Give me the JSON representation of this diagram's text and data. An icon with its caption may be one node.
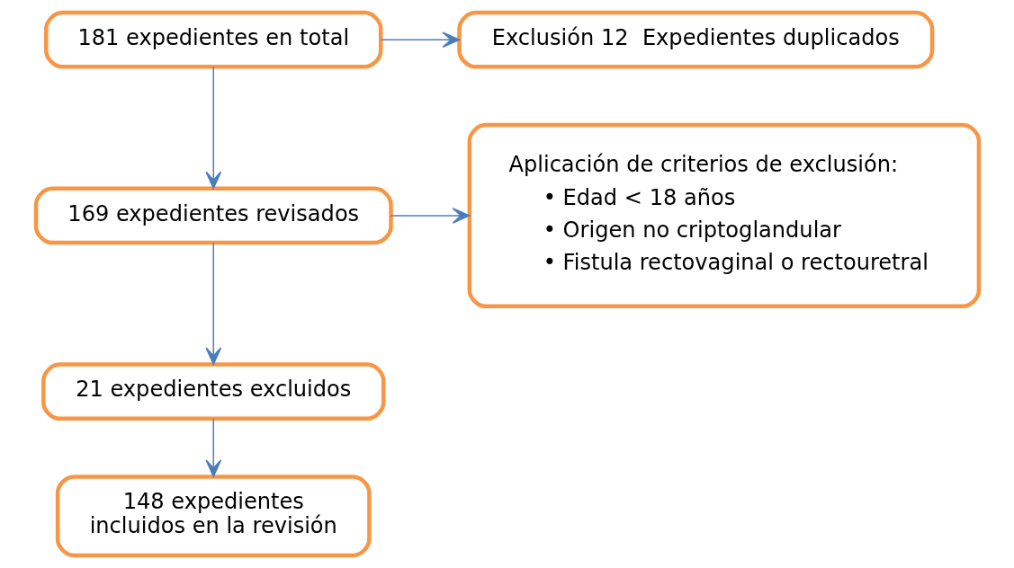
{
  "diagram": {
    "nodes": [
      {
        "text": [
          "181 expedientes en total"
        ]
      },
      {
        "text": [
          "Exclusión 12  Expedientes duplicados"
        ]
      },
      {
        "text": [
          "169 expedientes revisados"
        ]
      },
      {
        "text": [
          "Aplicación de criterios de exclusión:",
          "• Edad < 18 años",
          "• Origen no criptoglandular",
          "• Fistula rectovaginal o rectouretral"
        ]
      },
      {
        "text": [
          "21 expedientes excluidos"
        ]
      },
      {
        "text": [
          "148 expedientes incluidos en la revisión"
        ]
      }
    ],
    "edges": [
      {
        "from": 0,
        "to": 1,
        "arrow": "to"
      },
      {
        "from": 0,
        "to": 2,
        "arrow": "to"
      },
      {
        "from": 2,
        "to": 3,
        "arrow": "to"
      },
      {
        "from": 2,
        "to": 4,
        "arrow": "to"
      },
      {
        "from": 4,
        "to": 5,
        "arrow": "to"
      }
    ]
  }
}
